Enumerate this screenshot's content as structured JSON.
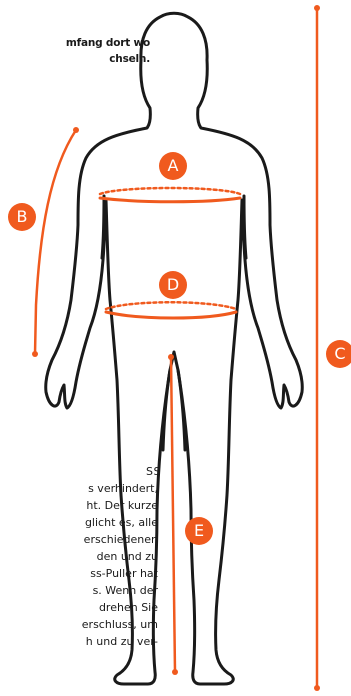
{
  "colors": {
    "accent": "#F05A1E",
    "outline": "#1a1a1a",
    "background": "#ffffff"
  },
  "top_text": {
    "lines": [
      "mfang dort wo",
      "chseln."
    ]
  },
  "body_text": {
    "lines": [
      "SS",
      "s verhindert,",
      "ht. Der kurze",
      "glicht es, alle",
      "erschiedenen",
      "den und zu",
      "ss-Puller  hat",
      "s. Wenn der",
      "drehen  Sie",
      "erschluss, um",
      "h und zu ver-"
    ]
  },
  "markers": {
    "a": "A",
    "b": "B",
    "c": "C",
    "d": "D",
    "e": "E"
  }
}
